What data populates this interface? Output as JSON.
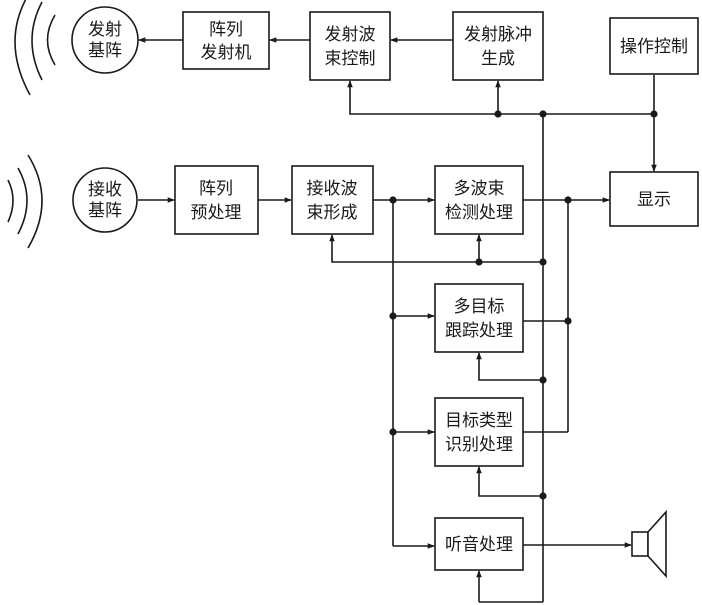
{
  "blocks": {
    "tx_array": {
      "lines": [
        "发射",
        "基阵"
      ]
    },
    "array_tx": {
      "lines": [
        "阵列",
        "发射机"
      ]
    },
    "tx_beam_ctrl": {
      "lines": [
        "发射波",
        "束控制"
      ]
    },
    "tx_pulse_gen": {
      "lines": [
        "发射脉冲",
        "生成"
      ]
    },
    "op_ctrl": {
      "lines": [
        "操作控制"
      ]
    },
    "rx_array": {
      "lines": [
        "接收",
        "基阵"
      ]
    },
    "array_preproc": {
      "lines": [
        "阵列",
        "预处理"
      ]
    },
    "rx_beamform": {
      "lines": [
        "接收波",
        "束形成"
      ]
    },
    "multi_beam_det": {
      "lines": [
        "多波束",
        "检测处理"
      ]
    },
    "display": {
      "lines": [
        "显示"
      ]
    },
    "multi_target_track": {
      "lines": [
        "多目标",
        "跟踪处理"
      ]
    },
    "target_class": {
      "lines": [
        "目标类型",
        "识别处理"
      ]
    },
    "audio_proc": {
      "lines": [
        "听音处理"
      ]
    }
  }
}
